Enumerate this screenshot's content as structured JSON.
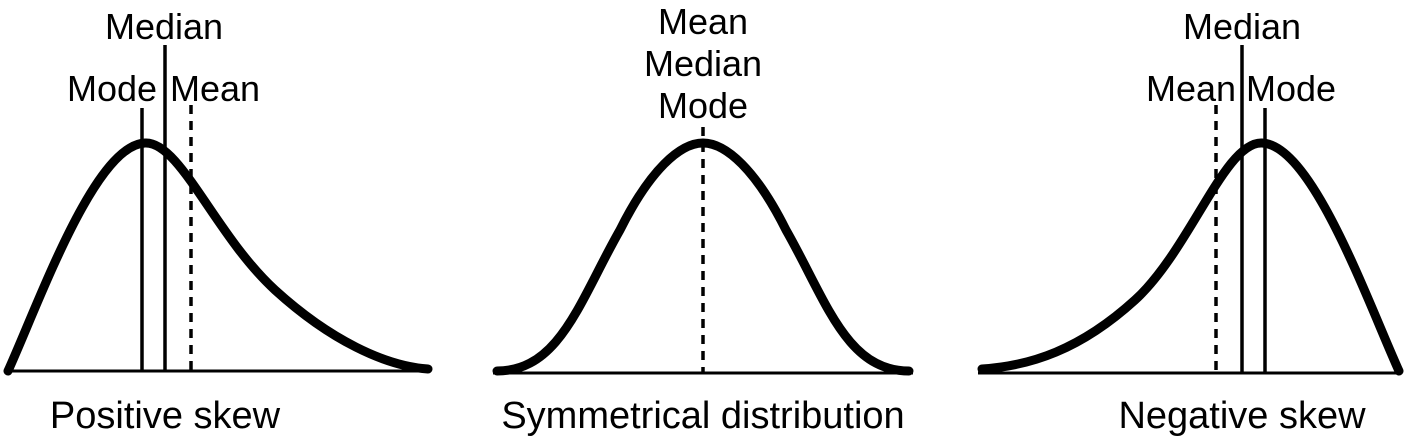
{
  "panels": [
    {
      "caption": "Positive skew",
      "markers": [
        {
          "label": "Mode",
          "style": "solid"
        },
        {
          "label": "Median",
          "style": "solid"
        },
        {
          "label": "Mean",
          "style": "dashed"
        }
      ]
    },
    {
      "caption": "Symmetrical distribution",
      "stacked_labels": [
        "Mean",
        "Median",
        "Mode"
      ],
      "markers": [
        {
          "label": "Mean / Median / Mode",
          "style": "dashed"
        }
      ]
    },
    {
      "caption": "Negative skew",
      "markers": [
        {
          "label": "Mean",
          "style": "dashed"
        },
        {
          "label": "Median",
          "style": "solid"
        },
        {
          "label": "Mode",
          "style": "solid"
        }
      ]
    }
  ],
  "colors": {
    "line": "#000000",
    "background": "#ffffff"
  }
}
